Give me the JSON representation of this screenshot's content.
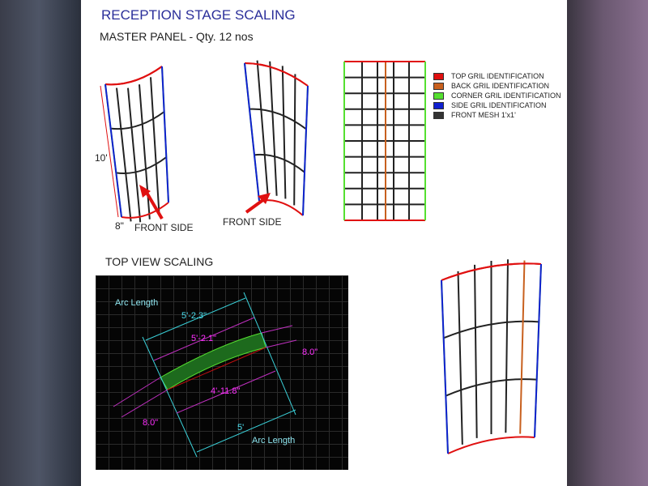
{
  "title": "RECEPTION STAGE SCALING",
  "subtitle": "MASTER PANEL -  Qty. 12 nos",
  "dims": {
    "height": "10'",
    "depth": "8\""
  },
  "front_side_labels": [
    "FRONT SIDE",
    "FRONT SIDE"
  ],
  "legend": [
    {
      "label": "TOP GRIL IDENTIFICATION",
      "color": "#e01010"
    },
    {
      "label": "BACK GRIL IDENTIFICATION",
      "color": "#c8601e"
    },
    {
      "label": "CORNER GRIL IDENTIFICATION",
      "color": "#55e030"
    },
    {
      "label": "SIDE GRIL IDENTIFICATION",
      "color": "#1020d0"
    },
    {
      "label": "FRONT MESH 1'x1'",
      "color": "#333333"
    }
  ],
  "top_view": {
    "heading": "TOP VIEW SCALING",
    "arc_label_top": "Arc Length",
    "arc_top": "5'-2.3\"",
    "chord_top": "5'-2.1\"",
    "thickness_right": "8.0\"",
    "chord_bottom": "4'-11.8\"",
    "thickness_left": "8.0\"",
    "arc_bottom": "5'",
    "arc_label_bottom": "Arc Length"
  }
}
